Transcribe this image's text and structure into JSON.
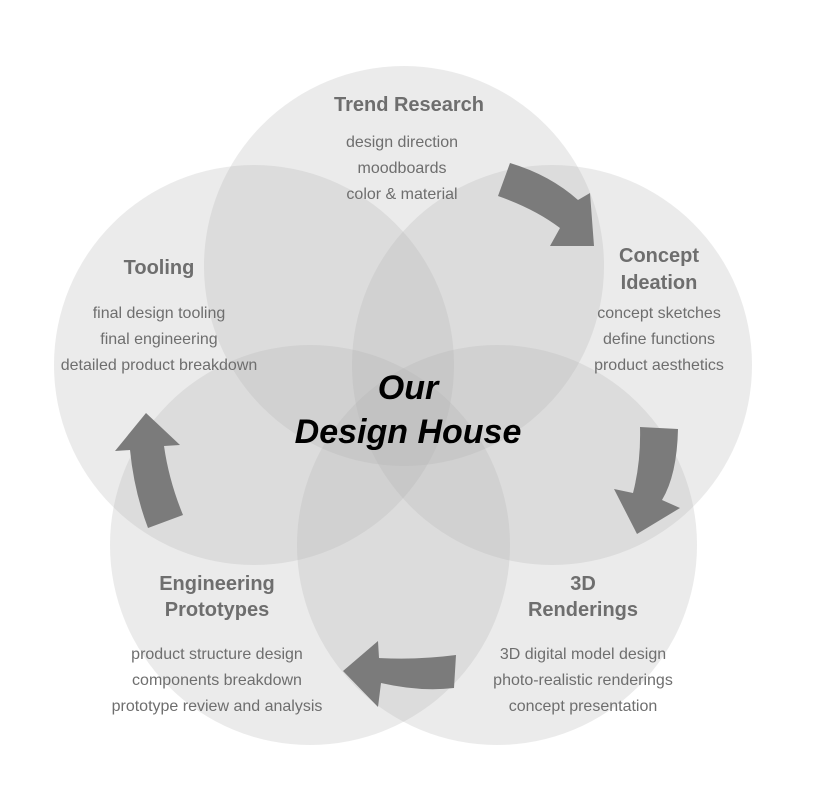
{
  "center": {
    "line1": "Our",
    "line2": "Design House"
  },
  "stages": [
    {
      "title_lines": [
        "Trend Research"
      ],
      "items": [
        "design direction",
        "moodboards",
        "color & material"
      ]
    },
    {
      "title_lines": [
        "Concept",
        "Ideation"
      ],
      "items": [
        "concept sketches",
        "define functions",
        "product aesthetics"
      ]
    },
    {
      "title_lines": [
        "3D",
        "Renderings"
      ],
      "items": [
        "3D digital model design",
        "photo-realistic renderings",
        "concept presentation"
      ]
    },
    {
      "title_lines": [
        "Engineering",
        "Prototypes"
      ],
      "items": [
        "product structure design",
        "components breakdown",
        "prototype review and analysis"
      ]
    },
    {
      "title_lines": [
        "Tooling"
      ],
      "items": [
        "final design tooling",
        "final engineering",
        "detailed product breakdown"
      ]
    }
  ],
  "colors": {
    "petal_fill": "#b0b0b0",
    "arrow_fill": "#7b7b7b",
    "stage_text": "#6e6e6e",
    "center_text": "#000000"
  }
}
